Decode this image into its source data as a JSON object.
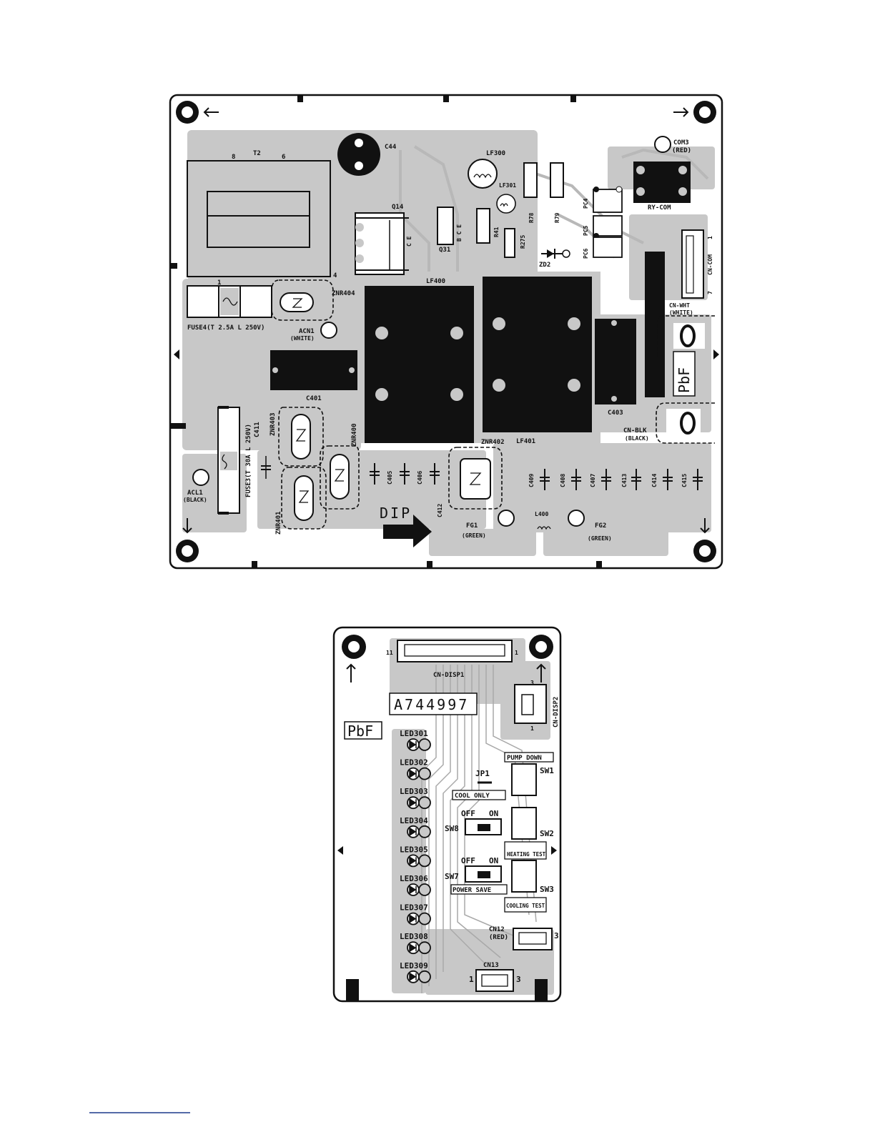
{
  "main_board": {
    "labels": {
      "t2": "T2",
      "t2_pin8": "8",
      "t2_pin6": "6",
      "t2_pin1": "1",
      "t2_pin4": "4",
      "c44": "C44",
      "lf300": "LF300",
      "lf301": "LF301",
      "q14": "Q14",
      "q14_pins": "C E",
      "q31": "Q31",
      "q31_pins": "B C E",
      "r41": "R41",
      "r275": "R275",
      "r78": "R78",
      "r79": "R79",
      "zd2": "ZD2",
      "pc4": "PC4",
      "pc5": "PC5",
      "pc6": "PC6",
      "com3": "COM3",
      "com3_color": "(RED)",
      "ry_com": "RY-COM",
      "cn_com": "CN-COM",
      "cn_com_pin1": "1",
      "cn_com_pin7": "7",
      "cn_wht": "CN-WHT",
      "cn_wht_color": "(WHITE)",
      "lf400": "LF400",
      "lf401": "LF401",
      "znr404": "ZNR404",
      "fuse4": "FUSE4(T 2.5A L 250V)",
      "acn1": "ACN1",
      "acn1_color": "(WHITE)",
      "c401": "C401",
      "c403": "C403",
      "pbf": "PbF",
      "cn_blk": "CN-BLK",
      "cn_blk_color": "(BLACK)",
      "fuse3": "FUSE3(T 30A L 250V)",
      "c411": "C411",
      "znr403": "ZNR403",
      "znr400": "ZNR400",
      "znr401": "ZNR401",
      "znr402": "ZNR402",
      "acl1": "ACL1",
      "acl1_color": "(BLACK)",
      "c405": "C405",
      "c406": "C406",
      "c412": "C412",
      "c409": "C409",
      "c408": "C408",
      "c407": "C407",
      "c413": "C413",
      "c414": "C414",
      "c415": "C415",
      "dip": "DIP",
      "fg1": "FG1",
      "fg1_color": "(GREEN)",
      "fg2": "FG2",
      "fg2_color": "(GREEN)",
      "l400": "L400"
    }
  },
  "display_board": {
    "labels": {
      "cn_disp1": "CN-DISP1",
      "cn_disp1_pin11": "11",
      "cn_disp1_pin1": "1",
      "part_no": "A744997",
      "pbf": "PbF",
      "cn_disp2": "CN-DISP2",
      "cn_disp2_pin3": "3",
      "cn_disp2_pin1": "1",
      "pump_down": "PUMP DOWN",
      "sw1": "SW1",
      "jp1": "JP1",
      "cool_only": "COOL ONLY",
      "off": "OFF",
      "on": "ON",
      "sw8": "SW8",
      "sw2": "SW2",
      "heating_test": "HEATING TEST",
      "sw7": "SW7",
      "power_save": "POWER SAVE",
      "sw3": "SW3",
      "cooling_test": "COOLING TEST",
      "cn12": "CN12",
      "cn12_color": "(RED)",
      "cn12_pin3": "3",
      "cn13": "CN13",
      "cn13_pin1": "1",
      "cn13_pin3": "3"
    },
    "leds": [
      "LED301",
      "LED302",
      "LED303",
      "LED304",
      "LED305",
      "LED306",
      "LED307",
      "LED308",
      "LED309"
    ]
  }
}
